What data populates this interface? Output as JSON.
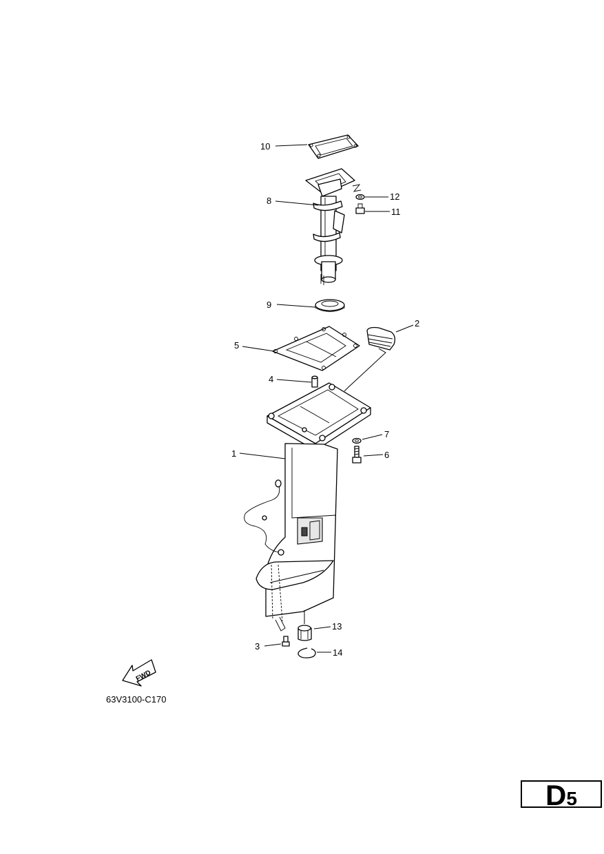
{
  "callouts": [
    {
      "id": "1",
      "label": "1"
    },
    {
      "id": "2",
      "label": "2"
    },
    {
      "id": "3",
      "label": "3"
    },
    {
      "id": "4",
      "label": "4"
    },
    {
      "id": "5",
      "label": "5"
    },
    {
      "id": "6",
      "label": "6"
    },
    {
      "id": "7",
      "label": "7"
    },
    {
      "id": "8",
      "label": "8"
    },
    {
      "id": "9",
      "label": "9"
    },
    {
      "id": "10",
      "label": "10"
    },
    {
      "id": "11",
      "label": "11"
    },
    {
      "id": "12",
      "label": "12"
    },
    {
      "id": "13",
      "label": "13"
    },
    {
      "id": "14",
      "label": "14"
    }
  ],
  "fwd_label": "FWD",
  "drawing_code": "63V3100-C170",
  "page_code": {
    "letter": "D",
    "number": "5"
  }
}
